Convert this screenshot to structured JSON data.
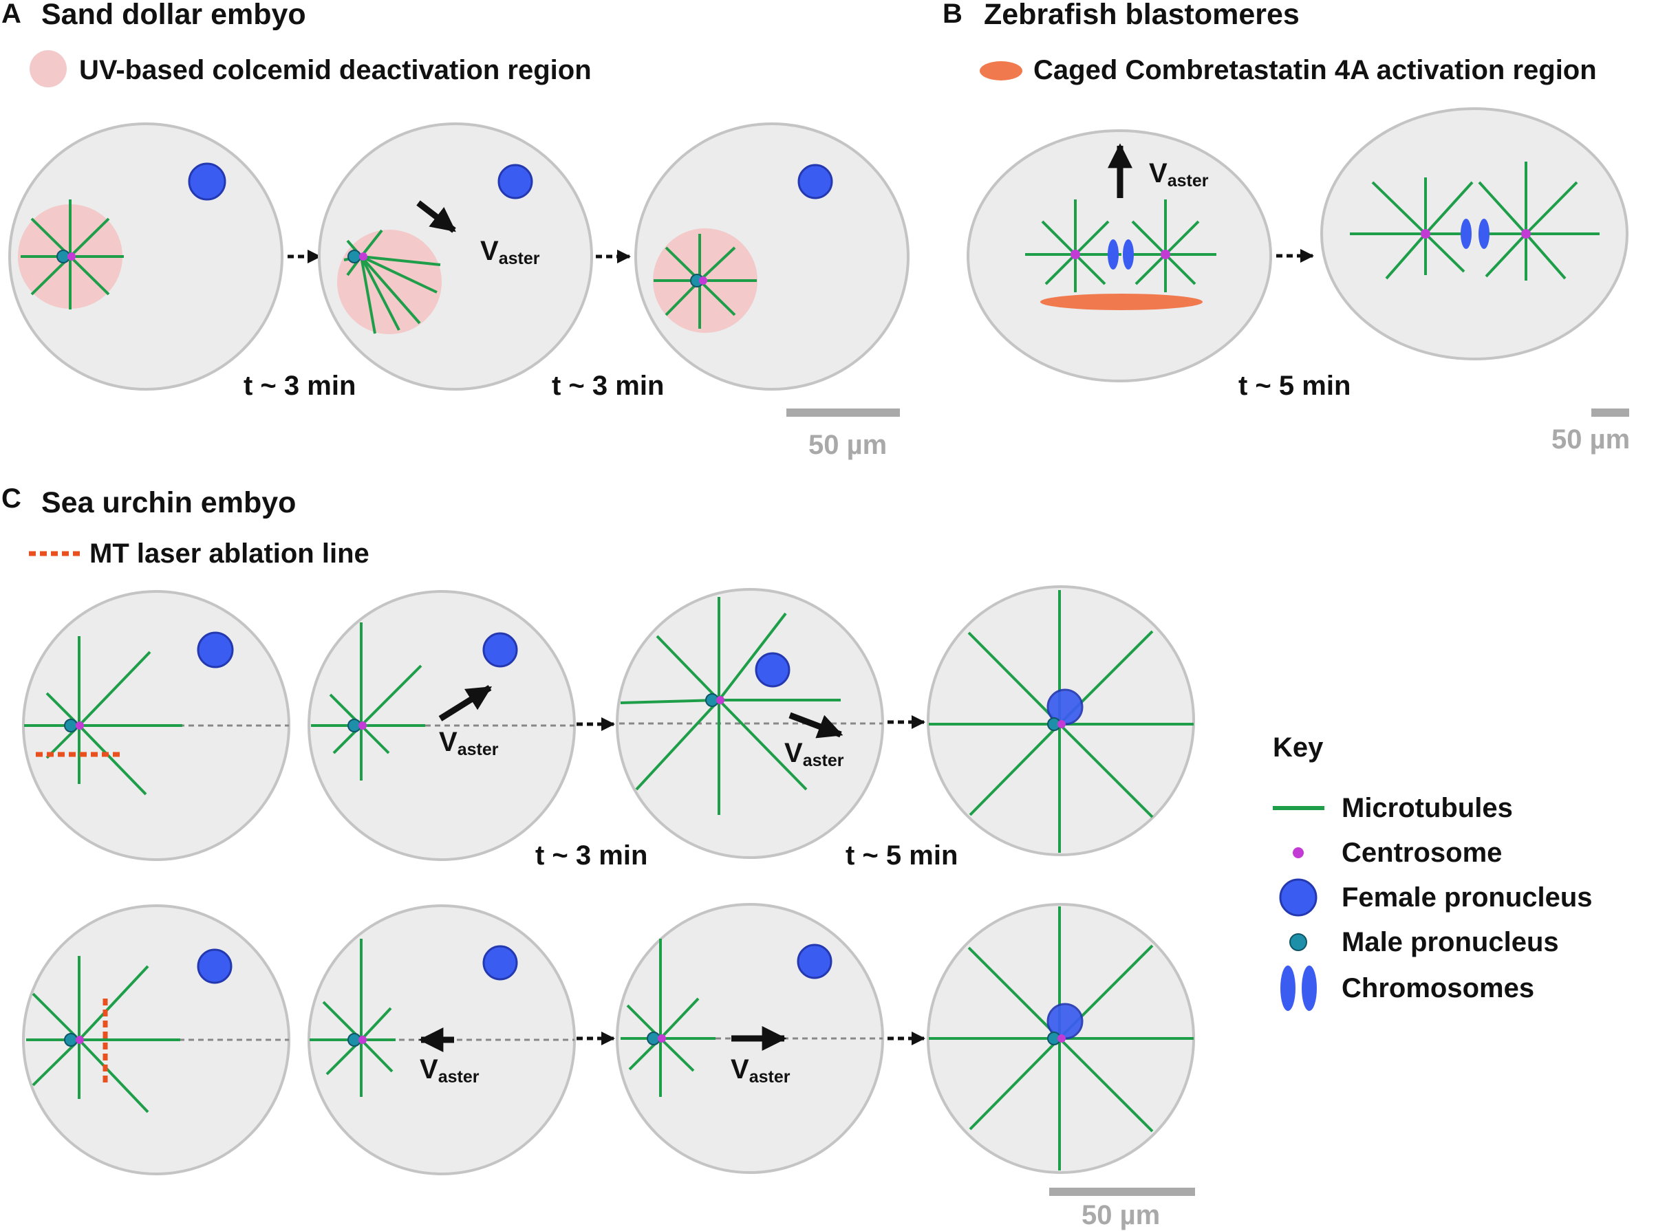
{
  "panels": {
    "a": {
      "letter": "A",
      "title": "Sand dollar embyo",
      "legend": "UV-based colcemid deactivation region",
      "times": [
        "t ~ 3 min",
        "t ~ 3 min"
      ],
      "scale": "50 µm"
    },
    "b": {
      "letter": "B",
      "title": "Zebrafish blastomeres",
      "legend": "Caged Combretastatin 4A activation region",
      "time": "t ~ 5 min",
      "scale": "50 µm"
    },
    "c": {
      "letter": "C",
      "title": "Sea urchin embyo",
      "legend": "MT laser ablation line",
      "times": [
        "t ~ 3 min",
        "t ~ 5 min"
      ],
      "scale": "50 µm"
    }
  },
  "velocity": {
    "main": "V",
    "sub": "aster"
  },
  "key": {
    "title": "Key",
    "items": [
      "Microtubules",
      "Centrosome",
      "Female pronucleus",
      "Male pronucleus",
      "Chromosomes"
    ]
  },
  "colors": {
    "cell_fill": "#ececec",
    "cell_stroke": "#c4c4c4",
    "microtubule": "#1f9e4a",
    "microtubule_inner": "#2f4a3a",
    "centrosome": "#c23bd4",
    "female_pronucleus": "#3b5cf0",
    "male_pronucleus": "#1d8fa8",
    "uv_region": "#f3c9c9",
    "caged_region": "#f07a4e",
    "ablation_line": "#e8501f"
  }
}
